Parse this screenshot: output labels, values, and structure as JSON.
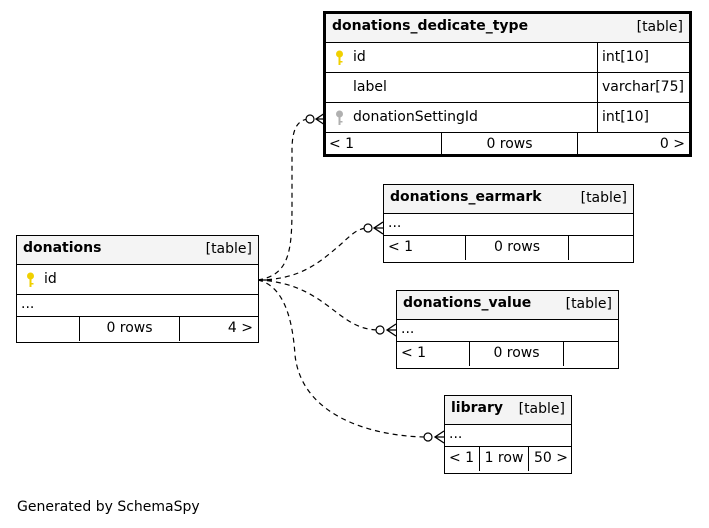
{
  "diagram": {
    "generated_by": "Generated by SchemaSpy",
    "key_colors": {
      "primary": "#f0d000",
      "foreign": "#b0b0b0"
    },
    "tables": {
      "dedicate": {
        "name": "donations_dedicate_type",
        "kind": "[table]",
        "columns": [
          {
            "name": "id",
            "type": "int[10]",
            "key": "primary"
          },
          {
            "name": "label",
            "type": "varchar[75]",
            "key": ""
          },
          {
            "name": "donationSettingId",
            "type": "int[10]",
            "key": "foreign"
          }
        ],
        "footer": [
          "< 1",
          "0 rows",
          "0 >"
        ]
      },
      "earmark": {
        "name": "donations_earmark",
        "kind": "[table]",
        "ellipsis": "...",
        "footer": [
          "< 1",
          "0 rows",
          ""
        ]
      },
      "donations": {
        "name": "donations",
        "kind": "[table]",
        "columns": [
          {
            "name": "id",
            "key": "primary"
          }
        ],
        "ellipsis": "...",
        "footer": [
          "",
          "0 rows",
          "4 >"
        ]
      },
      "value": {
        "name": "donations_value",
        "kind": "[table]",
        "ellipsis": "...",
        "footer": [
          "< 1",
          "0 rows",
          ""
        ]
      },
      "library": {
        "name": "library",
        "kind": "[table]",
        "ellipsis": "...",
        "footer": [
          "< 1",
          "1 row",
          "50 >"
        ]
      }
    }
  }
}
